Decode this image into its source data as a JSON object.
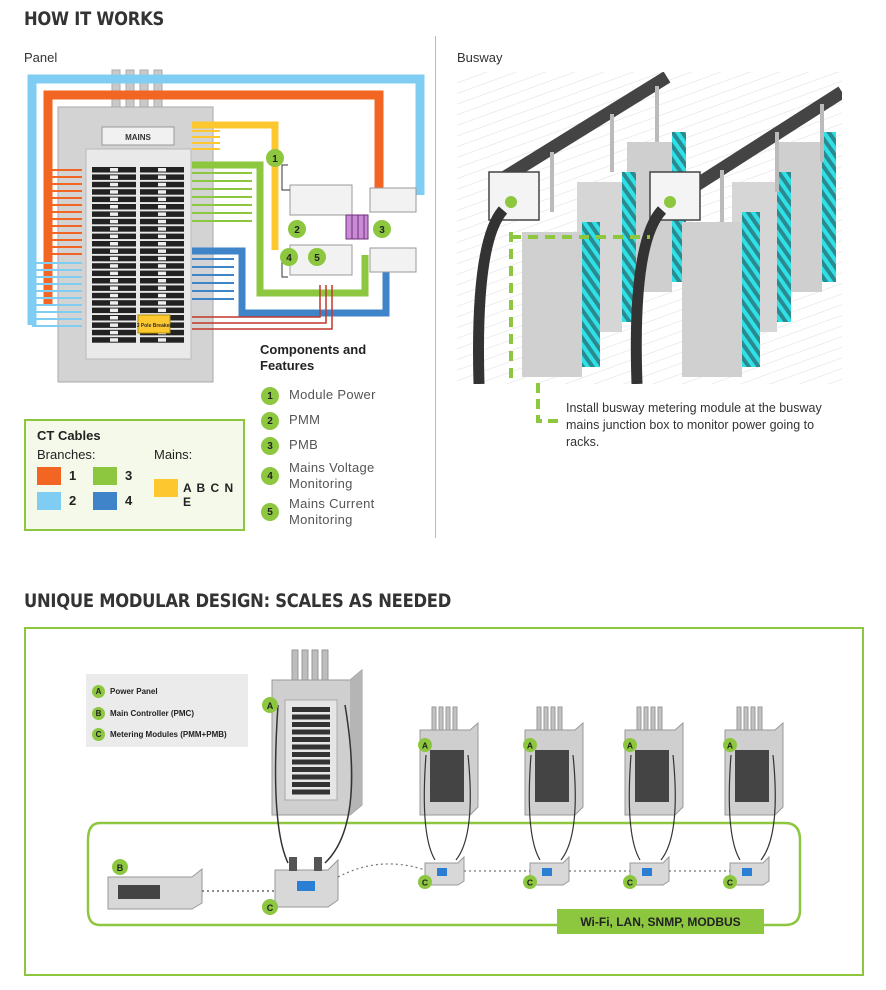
{
  "how_it_works": {
    "title": "HOW IT WORKS",
    "panel_label": "Panel",
    "busway_label": "Busway",
    "mains_label": "MAINS",
    "breaker_label": "3 Pole Breaker",
    "busway_text": "Install busway metering module at the busway mains junction box to monitor power going to racks."
  },
  "components": {
    "title": "Components and Features",
    "items": [
      {
        "num": "1",
        "label": "Module Power"
      },
      {
        "num": "2",
        "label": "PMM"
      },
      {
        "num": "3",
        "label": "PMB"
      },
      {
        "num": "4",
        "label": "Mains Voltage Monitoring"
      },
      {
        "num": "5",
        "label": "Mains Current Monitoring"
      }
    ]
  },
  "ct_cables": {
    "title": "CT Cables",
    "branches_label": "Branches:",
    "mains_label": "Mains:",
    "branches": [
      {
        "num": "1",
        "color": "#f26522"
      },
      {
        "num": "2",
        "color": "#7fcdf3"
      },
      {
        "num": "3",
        "color": "#8dc63f"
      },
      {
        "num": "4",
        "color": "#3f84c9"
      }
    ],
    "mains_text": "A B C N E",
    "mains_color": "#fdc82f"
  },
  "modular": {
    "title": "UNIQUE MODULAR DESIGN: SCALES AS NEEDED",
    "legend": [
      {
        "letter": "A",
        "label": "Power Panel"
      },
      {
        "letter": "B",
        "label": "Main Controller (PMC)"
      },
      {
        "letter": "C",
        "label": "Metering Modules (PMM+PMB)"
      }
    ],
    "badge_a": "A",
    "badge_b": "B",
    "badge_c": "C",
    "network_label": "Wi-Fi, LAN, SNMP, MODBUS"
  },
  "colors": {
    "accent_green": "#8dc63f",
    "orange": "#f26522",
    "light_blue": "#7fcdf3",
    "blue": "#3f84c9",
    "yellow": "#fdc82f",
    "cyan": "#2fe0e6"
  }
}
